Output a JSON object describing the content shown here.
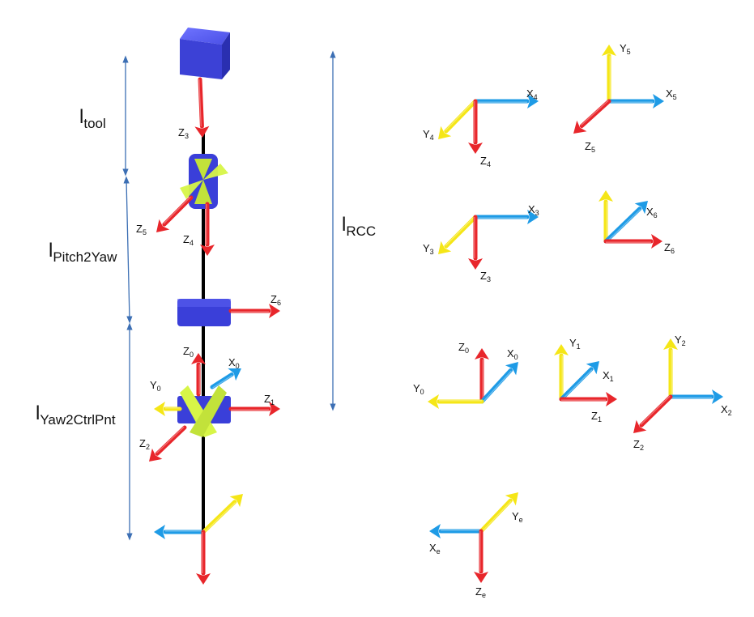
{
  "colors": {
    "x_axis": "#1e9be6",
    "y_axis": "#f5e617",
    "z_axis": "#e8262b",
    "link": "#000000",
    "joint_body": "#3a3fd9",
    "joint_wedge": "#d7f547",
    "dimension": "#3c6fb4"
  },
  "dimensions": {
    "tool": {
      "main": "l",
      "sub": "tool"
    },
    "pitch2yaw": {
      "main": "l",
      "sub": "Pitch2Yaw"
    },
    "yaw2ctrlpnt": {
      "main": "l",
      "sub": "Yaw2CtrlPnt"
    },
    "rcc": {
      "main": "l",
      "sub": "RCC"
    }
  },
  "chain_labels": {
    "z3": {
      "main": "Z",
      "sub": "3"
    },
    "z5": {
      "main": "Z",
      "sub": "5"
    },
    "z4": {
      "main": "Z",
      "sub": "4"
    },
    "z6": {
      "main": "Z",
      "sub": "6"
    },
    "z0": {
      "main": "Z",
      "sub": "0"
    },
    "x0": {
      "main": "X",
      "sub": "0"
    },
    "y0": {
      "main": "Y",
      "sub": "0"
    },
    "z1": {
      "main": "Z",
      "sub": "1"
    },
    "z2": {
      "main": "Z",
      "sub": "2"
    }
  },
  "frames": {
    "f4": {
      "x": {
        "main": "X",
        "sub": "4"
      },
      "y": {
        "main": "Y",
        "sub": "4"
      },
      "z": {
        "main": "Z",
        "sub": "4"
      }
    },
    "f5": {
      "x": {
        "main": "X",
        "sub": "5"
      },
      "y": {
        "main": "Y",
        "sub": "5"
      },
      "z": {
        "main": "Z",
        "sub": "5"
      }
    },
    "f3": {
      "x": {
        "main": "X",
        "sub": "3"
      },
      "y": {
        "main": "Y",
        "sub": "3"
      },
      "z": {
        "main": "Z",
        "sub": "3"
      }
    },
    "f6": {
      "x": {
        "main": "X",
        "sub": "6"
      },
      "z": {
        "main": "Z",
        "sub": "6"
      }
    },
    "f0": {
      "x": {
        "main": "X",
        "sub": "0"
      },
      "y": {
        "main": "Y",
        "sub": "0"
      },
      "z": {
        "main": "Z",
        "sub": "0"
      }
    },
    "f1": {
      "x": {
        "main": "X",
        "sub": "1"
      },
      "y": {
        "main": "Y",
        "sub": "1"
      },
      "z": {
        "main": "Z",
        "sub": "1"
      }
    },
    "f2": {
      "x": {
        "main": "X",
        "sub": "2"
      },
      "y": {
        "main": "Y",
        "sub": "2"
      },
      "z": {
        "main": "Z",
        "sub": "2"
      }
    },
    "fe": {
      "x": {
        "main": "X",
        "sub": "e"
      },
      "y": {
        "main": "Y",
        "sub": "e"
      },
      "z": {
        "main": "Z",
        "sub": "e"
      }
    }
  }
}
